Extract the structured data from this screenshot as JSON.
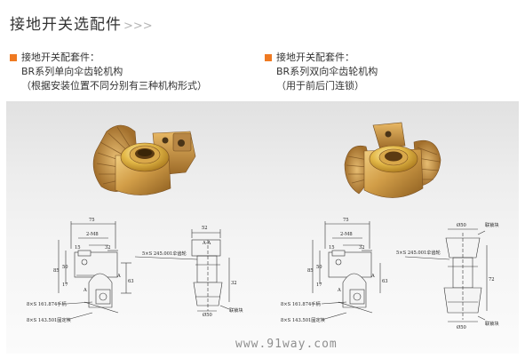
{
  "page_title": "接地开关选配件",
  "title_arrows": ">>>",
  "left_section": {
    "heading": "接地开关配套件：",
    "line1": "BR系列单向伞齿轮机构",
    "line2": "（根据安装位置不同分别有三种机构形式）"
  },
  "right_section": {
    "heading": "接地开关配套件：",
    "line1": "BR系列双向伞齿轮机构",
    "line2": "（用于前后门连锁）"
  },
  "left_drawing": {
    "dims": [
      "75",
      "2-M8",
      "32",
      "15",
      "85",
      "50",
      "17",
      "52",
      "63",
      "32",
      "Ø50",
      "A",
      "A",
      "A-A"
    ],
    "labels": [
      "5×S 245.001伞齿轮",
      "8×S 161.874手柄",
      "8×S 143.501固定块",
      "联锁块"
    ]
  },
  "right_drawing": {
    "dims": [
      "75",
      "2-M8",
      "32",
      "15",
      "85",
      "50",
      "17",
      "63",
      "Ø50",
      "72",
      "Ø50",
      "A",
      "A"
    ],
    "labels": [
      "5×S 245.001伞齿轮",
      "8×S 161.874手柄",
      "8×S 143.501固定块",
      "联锁块",
      "联锁块"
    ]
  },
  "watermark": "www.91way.com",
  "colors": {
    "accent": "#ef7a22",
    "brass": "#c9973e",
    "text": "#333333"
  }
}
